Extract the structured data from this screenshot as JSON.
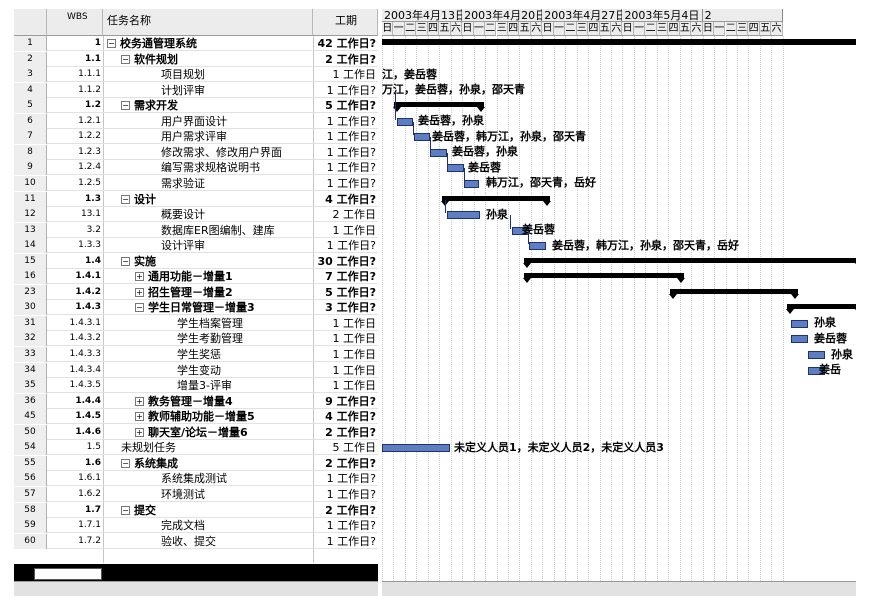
{
  "columns": {
    "row": "",
    "wbs": "WBS",
    "name": "任务名称",
    "duration": "工期"
  },
  "weeks": [
    "2003年4月13日",
    "2003年4月20日",
    "2003年4月27日",
    "2003年5月4日",
    "2"
  ],
  "weekdays": [
    "日",
    "一",
    "二",
    "三",
    "四",
    "五",
    "六"
  ],
  "tasks": [
    {
      "id": "1",
      "wbs": "1",
      "name": "校务通管理系统",
      "dur": "42 工作日?",
      "level": 0,
      "summary": true,
      "exp": "minus"
    },
    {
      "id": "2",
      "wbs": "1.1",
      "name": "软件规划",
      "dur": "2 工作日?",
      "level": 1,
      "summary": true,
      "exp": "minus"
    },
    {
      "id": "3",
      "wbs": "1.1.1",
      "name": "项目规划",
      "dur": "1 工作日",
      "level": 2,
      "summary": false
    },
    {
      "id": "4",
      "wbs": "1.1.2",
      "name": "计划评审",
      "dur": "1 工作日?",
      "level": 2,
      "summary": false
    },
    {
      "id": "5",
      "wbs": "1.2",
      "name": "需求开发",
      "dur": "5 工作日?",
      "level": 1,
      "summary": true,
      "exp": "minus"
    },
    {
      "id": "6",
      "wbs": "1.2.1",
      "name": "用户界面设计",
      "dur": "1 工作日?",
      "level": 2,
      "summary": false
    },
    {
      "id": "7",
      "wbs": "1.2.2",
      "name": "用户需求评审",
      "dur": "1 工作日?",
      "level": 2,
      "summary": false
    },
    {
      "id": "8",
      "wbs": "1.2.3",
      "name": "修改需求、修改用户界面",
      "dur": "1 工作日?",
      "level": 2,
      "summary": false
    },
    {
      "id": "9",
      "wbs": "1.2.4",
      "name": "编写需求规格说明书",
      "dur": "1 工作日?",
      "level": 2,
      "summary": false
    },
    {
      "id": "10",
      "wbs": "1.2.5",
      "name": "需求验证",
      "dur": "1 工作日?",
      "level": 2,
      "summary": false
    },
    {
      "id": "11",
      "wbs": "1.3",
      "name": "设计",
      "dur": "4 工作日?",
      "level": 1,
      "summary": true,
      "exp": "minus"
    },
    {
      "id": "12",
      "wbs": "13.1",
      "name": "概要设计",
      "dur": "2 工作日",
      "level": 2,
      "summary": false
    },
    {
      "id": "13",
      "wbs": "3.2",
      "name": "数据库ER图编制、建库",
      "dur": "1 工作日",
      "level": 2,
      "summary": false
    },
    {
      "id": "14",
      "wbs": "1.3.3",
      "name": "设计评审",
      "dur": "1 工作日?",
      "level": 2,
      "summary": false
    },
    {
      "id": "15",
      "wbs": "1.4",
      "name": "实施",
      "dur": "30 工作日?",
      "level": 1,
      "summary": true,
      "exp": "minus"
    },
    {
      "id": "16",
      "wbs": "1.4.1",
      "name": "通用功能－增量1",
      "dur": "7 工作日?",
      "level": 2,
      "summary": true,
      "exp": "plus"
    },
    {
      "id": "23",
      "wbs": "1.4.2",
      "name": "招生管理－增量2",
      "dur": "5 工作日?",
      "level": 2,
      "summary": true,
      "exp": "plus"
    },
    {
      "id": "30",
      "wbs": "1.4.3",
      "name": "学生日常管理－增量3",
      "dur": "3 工作日?",
      "level": 2,
      "summary": true,
      "exp": "minus"
    },
    {
      "id": "31",
      "wbs": "1.4.3.1",
      "name": "学生档案管理",
      "dur": "1 工作日",
      "level": 3,
      "summary": false
    },
    {
      "id": "32",
      "wbs": "1.4.3.2",
      "name": "学生考勤管理",
      "dur": "1 工作日",
      "level": 3,
      "summary": false
    },
    {
      "id": "33",
      "wbs": "1.4.3.3",
      "name": "学生奖惩",
      "dur": "1 工作日",
      "level": 3,
      "summary": false
    },
    {
      "id": "34",
      "wbs": "1.4.3.4",
      "name": "学生变动",
      "dur": "1 工作日",
      "level": 3,
      "summary": false
    },
    {
      "id": "35",
      "wbs": "1.4.3.5",
      "name": "增量3-评审",
      "dur": "1 工作日",
      "level": 3,
      "summary": false
    },
    {
      "id": "36",
      "wbs": "1.4.4",
      "name": "教务管理－增量4",
      "dur": "9 工作日?",
      "level": 2,
      "summary": true,
      "exp": "plus"
    },
    {
      "id": "45",
      "wbs": "1.4.5",
      "name": "教师辅助功能－增量5",
      "dur": "4 工作日?",
      "level": 2,
      "summary": true,
      "exp": "plus"
    },
    {
      "id": "50",
      "wbs": "1.4.6",
      "name": "聊天室/论坛－增量6",
      "dur": "2 工作日?",
      "level": 2,
      "summary": true,
      "exp": "plus"
    },
    {
      "id": "54",
      "wbs": "1.5",
      "name": "未规划任务",
      "dur": "5 工作日",
      "level": 1,
      "summary": false
    },
    {
      "id": "55",
      "wbs": "1.6",
      "name": "系统集成",
      "dur": "2 工作日?",
      "level": 1,
      "summary": true,
      "exp": "minus"
    },
    {
      "id": "56",
      "wbs": "1.6.1",
      "name": "系统集成测试",
      "dur": "1 工作日?",
      "level": 2,
      "summary": false
    },
    {
      "id": "57",
      "wbs": "1.6.2",
      "name": "环境测试",
      "dur": "1 工作日?",
      "level": 2,
      "summary": false
    },
    {
      "id": "58",
      "wbs": "1.7",
      "name": "提交",
      "dur": "2 工作日?",
      "level": 1,
      "summary": true,
      "exp": "minus"
    },
    {
      "id": "59",
      "wbs": "1.7.1",
      "name": "完成文档",
      "dur": "1 工作日?",
      "level": 2,
      "summary": false
    },
    {
      "id": "60",
      "wbs": "1.7.2",
      "name": "验收、提交",
      "dur": "1 工作日?",
      "level": 2,
      "summary": false
    }
  ],
  "resource_labels": [
    "江，姜岳蓉",
    "万江，姜岳蓉，孙泉，邵天青",
    "姜岳蓉，孙泉",
    "姜岳蓉，韩万江，孙泉，邵天青",
    "姜岳蓉，孙泉",
    "姜岳蓉",
    "韩万江，邵天青，岳好",
    "孙泉",
    "姜岳蓉",
    "姜岳蓉，韩万江，孙泉，邵天青，岳好",
    "孙泉",
    "姜岳蓉",
    "孙泉",
    "姜岳",
    "未定义人员1，未定义人员2，未定义人员3"
  ],
  "colors": {
    "task_bar": "#5d7fbf",
    "task_bar_border": "#1f2f7a",
    "summary_bar": "#000000",
    "header_bg": "#ececec"
  },
  "icons": {
    "expand": "plus-box-icon",
    "collapse": "minus-box-icon"
  }
}
